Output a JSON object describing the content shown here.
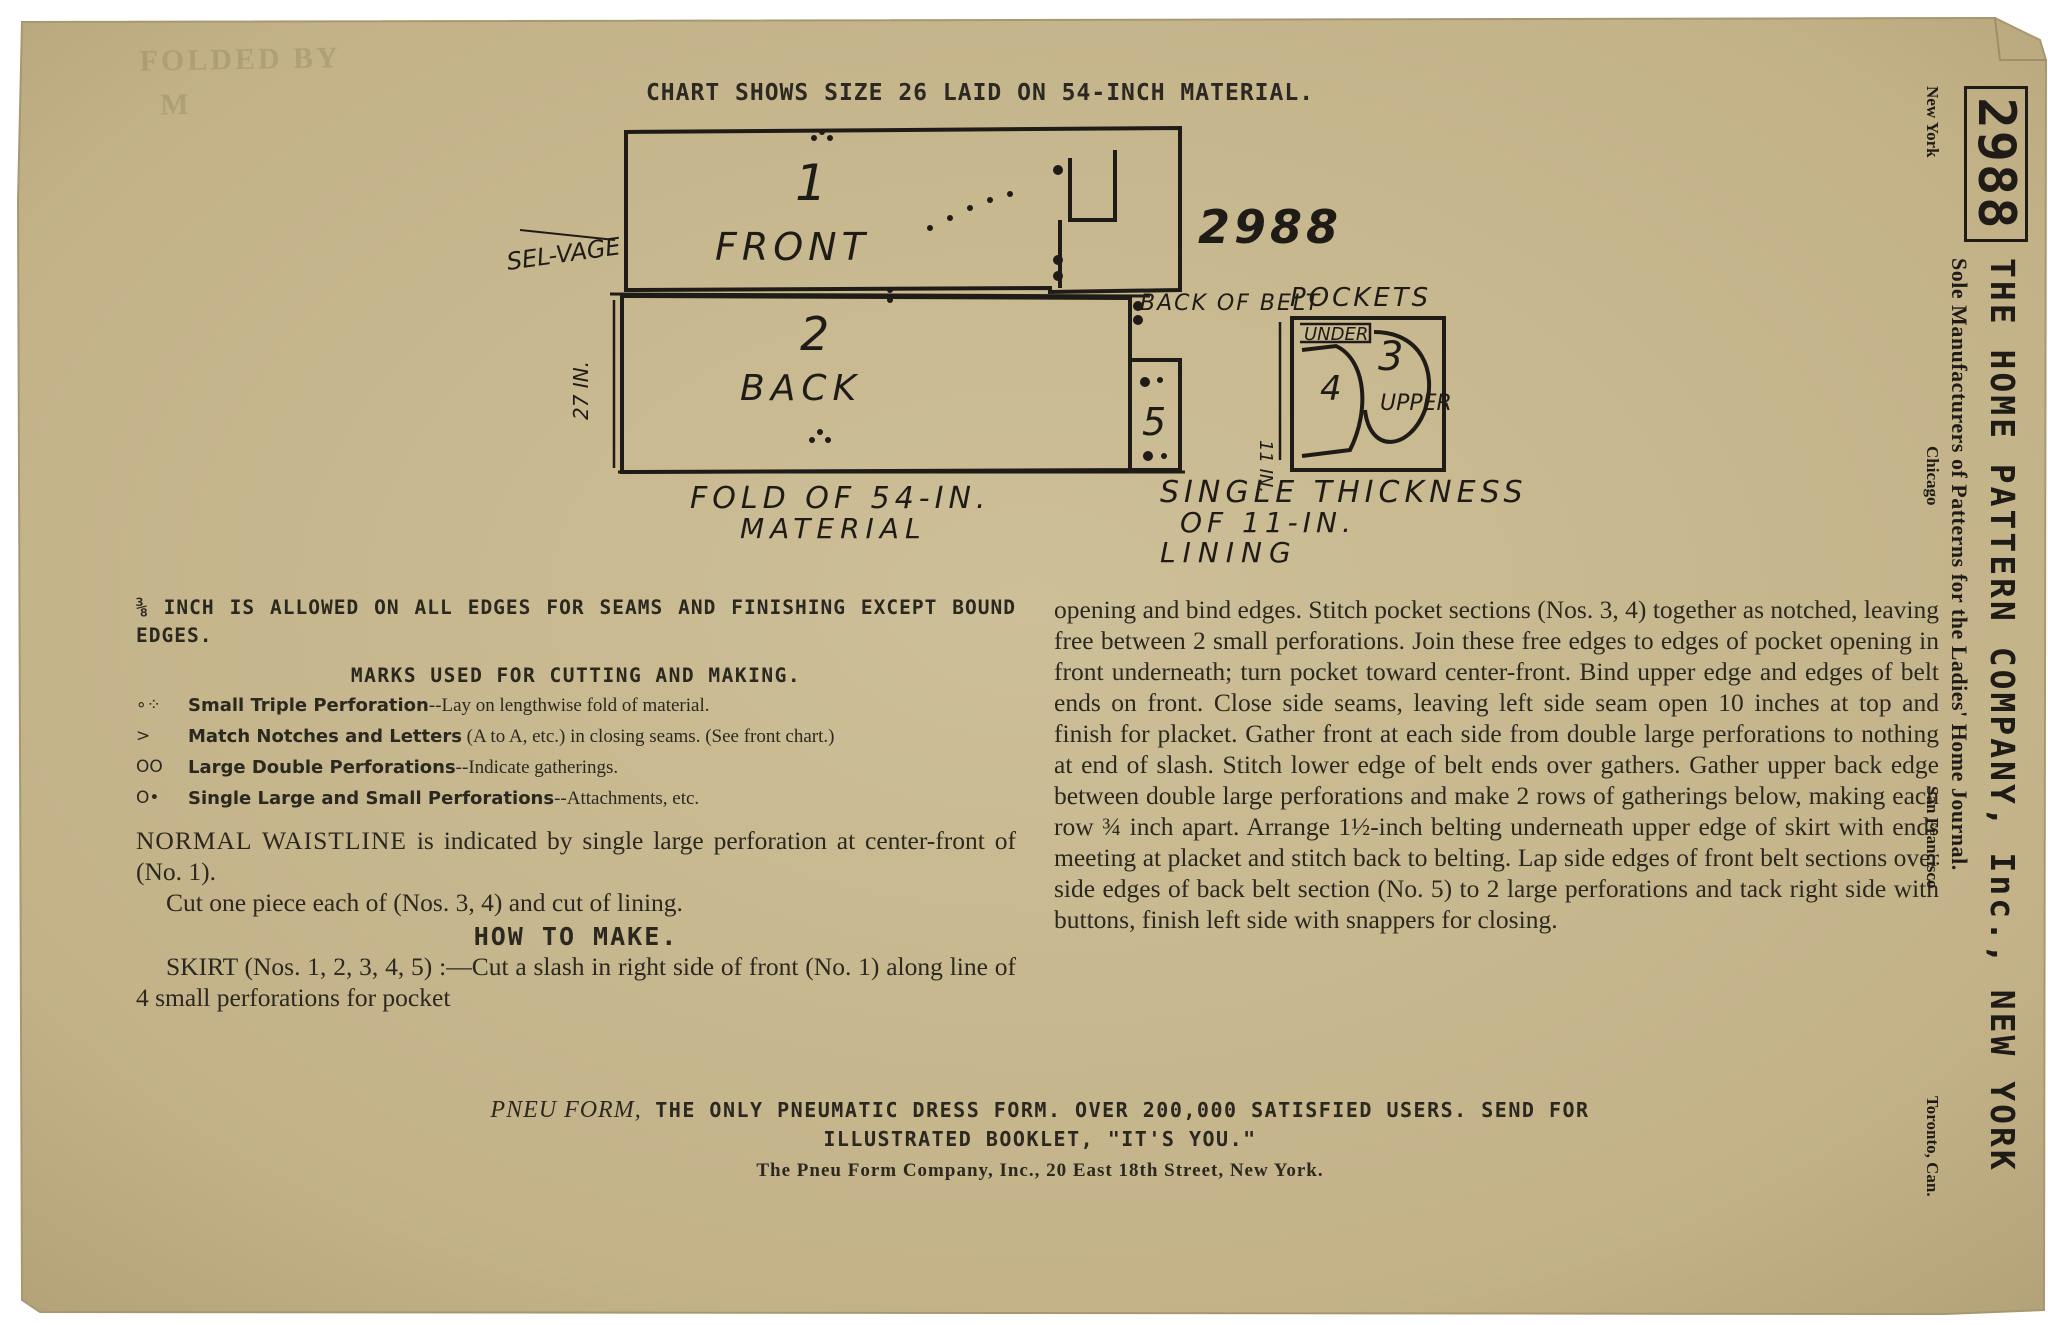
{
  "page": {
    "paper_color": "#c7b78f",
    "ink_color": "#2b2820"
  },
  "stamp": {
    "line1": "FOLDED BY",
    "line2": "M"
  },
  "chart": {
    "title": "CHART SHOWS SIZE 26 LAID ON 54-INCH MATERIAL.",
    "pattern_number": "2988",
    "pieces": {
      "front_number": "1",
      "front_label": "FRONT",
      "back_number": "2",
      "back_label": "BACK",
      "pocket_upper_number": "3",
      "pocket_upper_label": "UPPER",
      "pocket_under_number": "4",
      "pocket_under_label": "UNDER",
      "belt_number": "5"
    },
    "annotations": {
      "selvage": "SEL-VAGE",
      "width_27": "27 IN.",
      "back_of_belt": "BACK OF BELT",
      "pockets": "POCKETS",
      "width_11": "11 IN.",
      "fold_line1": "FOLD OF 54-IN.",
      "fold_line2": "MATERIAL",
      "lining_line1": "SINGLE THICKNESS",
      "lining_line2": "OF 11-IN.",
      "lining_line3": "LINING"
    }
  },
  "instructions": {
    "seam_note": "⅜ INCH IS ALLOWED ON ALL EDGES FOR SEAMS AND FINISHING EXCEPT BOUND EDGES.",
    "marks_heading": "MARKS USED FOR CUTTING AND MAKING.",
    "marks": [
      {
        "symbol": "∘⁘",
        "name": "Small Triple Perforation",
        "description": "--Lay on lengthwise fold of material."
      },
      {
        "symbol": ">",
        "name": "Match Notches and Letters",
        "description": " (A to A, etc.) in closing seams. (See front chart.)"
      },
      {
        "symbol": "OO",
        "name": "Large Double Perforations",
        "description": "--Indicate gatherings."
      },
      {
        "symbol": "O•",
        "name": "Single Large and Small Perforations",
        "description": "--Attachments, etc."
      }
    ],
    "waistline_caps": "NORMAL WAISTLINE",
    "waistline_rest": " is indicated by single large perforation at center-front of (No. 1).",
    "cut_one": "Cut one piece each of (Nos. 3, 4) and cut of lining.",
    "how_heading": "HOW TO MAKE.",
    "skirt_left": "SKIRT (Nos. 1, 2, 3, 4, 5) :—Cut a slash in right side of front (No. 1) along line of 4 small perforations for pocket",
    "skirt_right": "opening and bind edges. Stitch pocket sections (Nos. 3, 4) together as notched, leaving free between 2 small perforations. Join these free edges to edges of pocket opening in front underneath; turn pocket toward center-front. Bind upper edge and edges of belt ends on front. Close side seams, leaving left side seam open 10 inches at top and finish for placket. Gather front at each side from double large perforations to nothing at end of slash. Stitch lower edge of belt ends over gathers. Gather upper back edge between double large perforations and make 2 rows of gatherings below, making each row ¾ inch apart. Arrange 1½-inch belting underneath upper edge of skirt with ends meeting at placket and stitch back to belting. Lap side edges of front belt sections over side edges of back belt section (No. 5) to 2 large perforations and tack right side with buttons, finish left side with snappers for closing."
  },
  "footer": {
    "brand": "PNEU FORM,",
    "line1": " THE ONLY PNEUMATIC DRESS FORM. OVER 200,000 SATISFIED USERS. SEND FOR",
    "line2": "ILLUSTRATED BOOKLET, \"IT'S YOU.\"",
    "line3": "The Pneu Form Company, Inc., 20 East 18th Street, New York."
  },
  "side": {
    "number": "2988",
    "company": "THE HOME PATTERN COMPANY, Inc., NEW YORK",
    "sole": "Sole Manufacturers of Patterns for the Ladies' Home Journal.",
    "cities": [
      "New York",
      "Chicago",
      "San Francisco",
      "Toronto, Can."
    ]
  }
}
